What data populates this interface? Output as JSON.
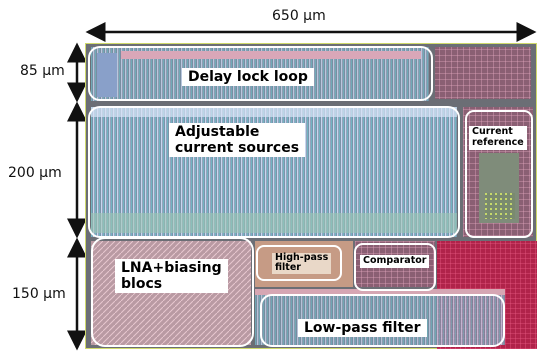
{
  "dimensions": {
    "width": "650 µm",
    "heights": [
      "85 µm",
      "200 µm",
      "150 µm"
    ]
  },
  "blocks": {
    "delay_lock_loop": "Delay lock loop",
    "adjustable_current_sources": "Adjustable\ncurrent sources",
    "current_reference": "Current\nreference",
    "lna_biasing": "LNA+biasing\nblocs",
    "high_pass_filter": "High-pass\nfilter",
    "comparator": "Comparator",
    "low_pass_filter": "Low-pass filter"
  },
  "colors": {
    "annotation": "#111111",
    "outline": "#ffffff",
    "die_background": "#6f6f76"
  }
}
